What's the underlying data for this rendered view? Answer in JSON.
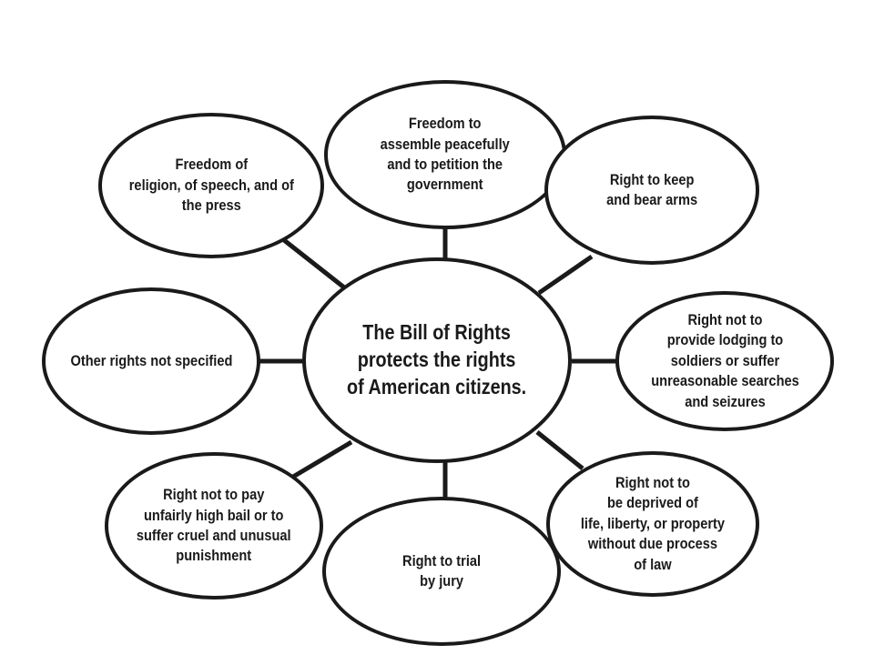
{
  "hub": {
    "text": "The Bill of Rights\nprotects the rights\nof American citizens."
  },
  "nodes": [
    {
      "id": "religion-speech-press",
      "text": "Freedom of\nreligion, of speech, and of\nthe press"
    },
    {
      "id": "assembly-petition",
      "text": "Freedom to\nassemble peacefully\nand to petition the\ngovernment"
    },
    {
      "id": "bear-arms",
      "text": "Right to keep\nand bear arms"
    },
    {
      "id": "lodging-searches",
      "text": "Right not to\nprovide lodging to\nsoldiers or suffer\nunreasonable searches\nand seizures"
    },
    {
      "id": "due-process",
      "text": "Right not to\nbe deprived of\nlife, liberty, or property\nwithout due process\nof law"
    },
    {
      "id": "trial-by-jury",
      "text": "Right to trial\nby jury"
    },
    {
      "id": "bail-punishment",
      "text": "Right not to pay\nunfairly high bail or to\nsuffer cruel and unusual\npunishment"
    },
    {
      "id": "other-rights",
      "text": "Other rights not specified"
    }
  ],
  "style": {
    "stroke": "#1a1a1a",
    "fill": "#ffffff"
  }
}
